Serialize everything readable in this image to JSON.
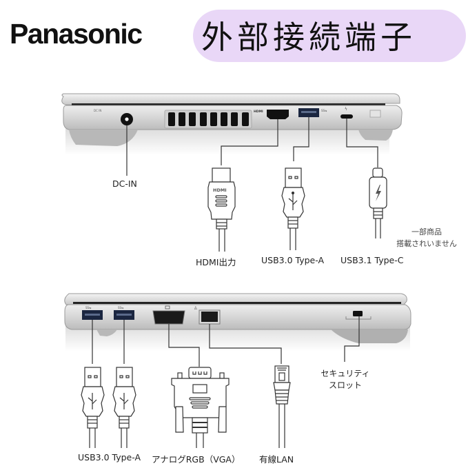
{
  "header": {
    "brand": "Panasonic",
    "title": "外部接続端子",
    "title_bg_color": "#e9d7f7"
  },
  "top_view": {
    "side": "left side of laptop",
    "ports": [
      {
        "id": "dc-in",
        "label": "DC-IN",
        "icon": "dc-jack-icon"
      },
      {
        "id": "vent",
        "label": "",
        "icon": "air-vent-icon"
      },
      {
        "id": "hdmi",
        "label": "HDMI出力",
        "icon": "hdmi-connector-icon"
      },
      {
        "id": "usb-a",
        "label": "USB3.0 Type-A",
        "icon": "usb-a-connector-icon"
      },
      {
        "id": "usb-c",
        "label": "USB3.1 Type-C",
        "icon": "usb-c-thunderbolt-connector-icon"
      }
    ],
    "note_line1": "一部商品",
    "note_line2": "搭載されいません"
  },
  "bottom_view": {
    "side": "right side of laptop",
    "ports": [
      {
        "id": "usb-a-1",
        "label": "USB3.0 Type-A",
        "icon": "usb-a-connector-icon"
      },
      {
        "id": "usb-a-2",
        "label": "",
        "icon": "usb-a-connector-icon"
      },
      {
        "id": "vga",
        "label": "アナログRGB（VGA）",
        "icon": "vga-connector-icon"
      },
      {
        "id": "lan",
        "label": "有線LAN",
        "icon": "rj45-connector-icon"
      },
      {
        "id": "security",
        "label_line1": "セキュリティ",
        "label_line2": "スロット",
        "icon": "security-slot-icon"
      }
    ]
  },
  "colors": {
    "line": "#333333",
    "chassis": "#d4d4d4",
    "chassis_dark": "#a9a9a9",
    "port": "#1a1a1a"
  }
}
